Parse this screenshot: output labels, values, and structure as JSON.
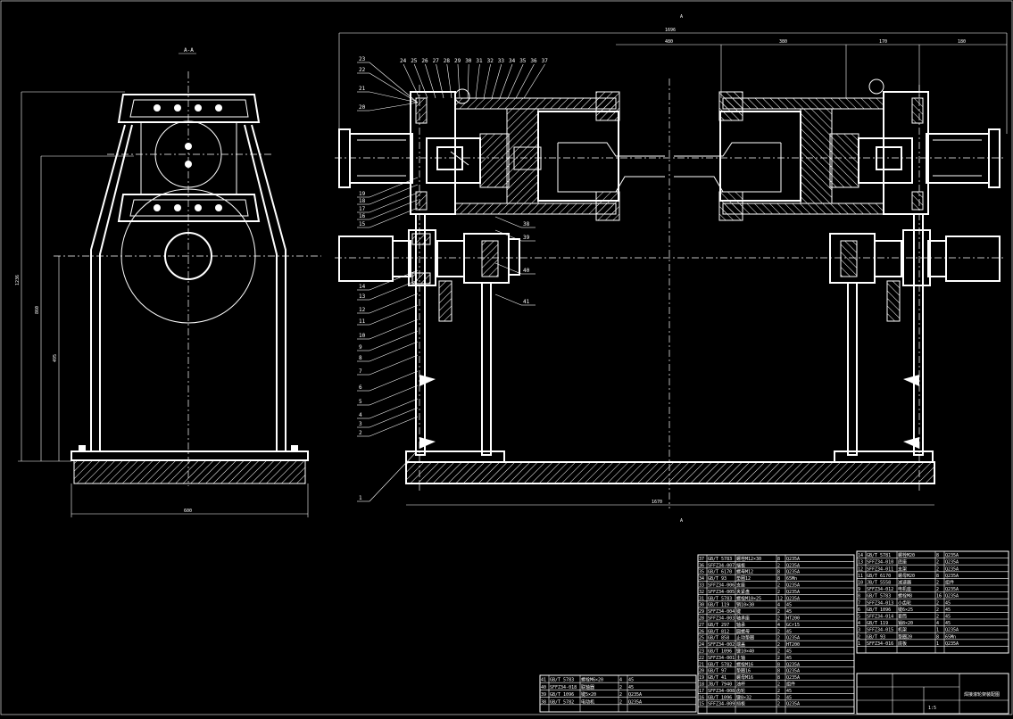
{
  "section_title": "A-A",
  "side_view": {
    "dims": {
      "total_height": "1236",
      "mid_height": "860",
      "axis_height": "495",
      "base_width": "600"
    }
  },
  "front_view": {
    "dims": {
      "total_width": "1696",
      "seg_a": "480",
      "seg_b": "380",
      "seg_c": "170",
      "seg_d": "180",
      "base_length": "1670"
    },
    "balloons_top": [
      "24",
      "25",
      "26",
      "27",
      "28",
      "29",
      "30",
      "31",
      "32",
      "33",
      "34",
      "35",
      "36",
      "37"
    ],
    "balloons_left": [
      "23",
      "22",
      "21",
      "20",
      "19",
      "18",
      "17",
      "16",
      "15",
      "14",
      "13",
      "12",
      "11",
      "10",
      "9",
      "8",
      "7",
      "6",
      "5",
      "4",
      "3",
      "2",
      "1"
    ],
    "balloons_right": [
      "38",
      "39",
      "40",
      "41"
    ]
  },
  "parts_table_left": {
    "rows": [
      [
        "37",
        "GB/T 5783",
        "螺栓M12×30",
        "8",
        "Q235A"
      ],
      [
        "36",
        "SFFZ34-007",
        "端板",
        "2",
        "Q235A"
      ],
      [
        "35",
        "GB/T 6170",
        "螺母M12",
        "8",
        "Q235A"
      ],
      [
        "34",
        "GB/T 93",
        "垫圈12",
        "8",
        "65Mn"
      ],
      [
        "33",
        "SFFZ34-006",
        "支座",
        "2",
        "Q235A"
      ],
      [
        "32",
        "SFFZ34-005",
        "夹紧盘",
        "2",
        "Q235A"
      ],
      [
        "31",
        "GB/T 5783",
        "螺栓M10×25",
        "12",
        "Q235A"
      ],
      [
        "30",
        "GB/T 119",
        "销10×30",
        "4",
        "45"
      ],
      [
        "29",
        "SFFZ34-004",
        "键",
        "2",
        "45"
      ],
      [
        "28",
        "SFFZ34-003",
        "轴承座",
        "2",
        "HT200"
      ],
      [
        "27",
        "GB/T 297",
        "轴承",
        "4",
        "GCr15"
      ],
      [
        "26",
        "GB/T 812",
        "圆螺母",
        "2",
        "45"
      ],
      [
        "25",
        "GB/T 858",
        "止动垫圈",
        "2",
        "Q235A"
      ],
      [
        "24",
        "SFFZ34-002",
        "端盖",
        "2",
        "HT200"
      ],
      [
        "23",
        "GB/T 1096",
        "键10×40",
        "2",
        "45"
      ],
      [
        "22",
        "SFFZ34-001",
        "主轴",
        "2",
        "45"
      ],
      [
        "21",
        "GB/T 5782",
        "螺栓M16",
        "8",
        "Q235A"
      ],
      [
        "20",
        "GB/T 97",
        "垫圈16",
        "8",
        "Q235A"
      ],
      [
        "19",
        "GB/T 41",
        "螺母M16",
        "8",
        "Q235A"
      ],
      [
        "18",
        "JB/T 7940",
        "油杯",
        "2",
        "组件"
      ],
      [
        "17",
        "SFFZ34-008",
        "齿轮",
        "2",
        "45"
      ],
      [
        "16",
        "GB/T 1096",
        "键8×32",
        "2",
        "45"
      ],
      [
        "15",
        "SFFZ34-009",
        "挡板",
        "2",
        "Q235A"
      ]
    ]
  },
  "parts_table_right": {
    "rows": [
      [
        "14",
        "GB/T 5781",
        "螺栓M20",
        "8",
        "Q235A"
      ],
      [
        "13",
        "SFFZ34-010",
        "底座",
        "2",
        "Q235A"
      ],
      [
        "12",
        "SFFZ34-011",
        "支架",
        "2",
        "Q235A"
      ],
      [
        "11",
        "GB/T 6170",
        "螺母M20",
        "8",
        "Q235A"
      ],
      [
        "10",
        "JB/T 5558",
        "减速器",
        "2",
        "组件"
      ],
      [
        "9",
        "SFFZ34-012",
        "电机座",
        "2",
        "Q235A"
      ],
      [
        "8",
        "GB/T 5783",
        "螺栓M8",
        "16",
        "Q235A"
      ],
      [
        "7",
        "SFFZ34-013",
        "小齿轮",
        "2",
        "45"
      ],
      [
        "6",
        "GB/T 1096",
        "键6×25",
        "2",
        "45"
      ],
      [
        "5",
        "SFFZ34-014",
        "套筒",
        "2",
        "45"
      ],
      [
        "4",
        "GB/T 119",
        "销8×20",
        "4",
        "45"
      ],
      [
        "3",
        "SFFZ34-015",
        "机架",
        "1",
        "Q235A"
      ],
      [
        "2",
        "GB/T 93",
        "垫圈20",
        "8",
        "65Mn"
      ],
      [
        "1",
        "SFFZ34-016",
        "底板",
        "1",
        "Q235A"
      ]
    ]
  },
  "parts_table_small": {
    "rows": [
      [
        "41",
        "GB/T 5783",
        "螺栓M6×20",
        "4",
        "45"
      ],
      [
        "40",
        "SFFZ34-018",
        "联轴器",
        "2",
        "45"
      ],
      [
        "39",
        "GB/T 1096",
        "键5×20",
        "2",
        "Q235A"
      ],
      [
        "38",
        "GB/T 5782",
        "电动机",
        "2",
        "Q235A"
      ]
    ]
  },
  "title_block": {
    "title": "焊接滚轮架装配图",
    "scale": "1:5"
  }
}
